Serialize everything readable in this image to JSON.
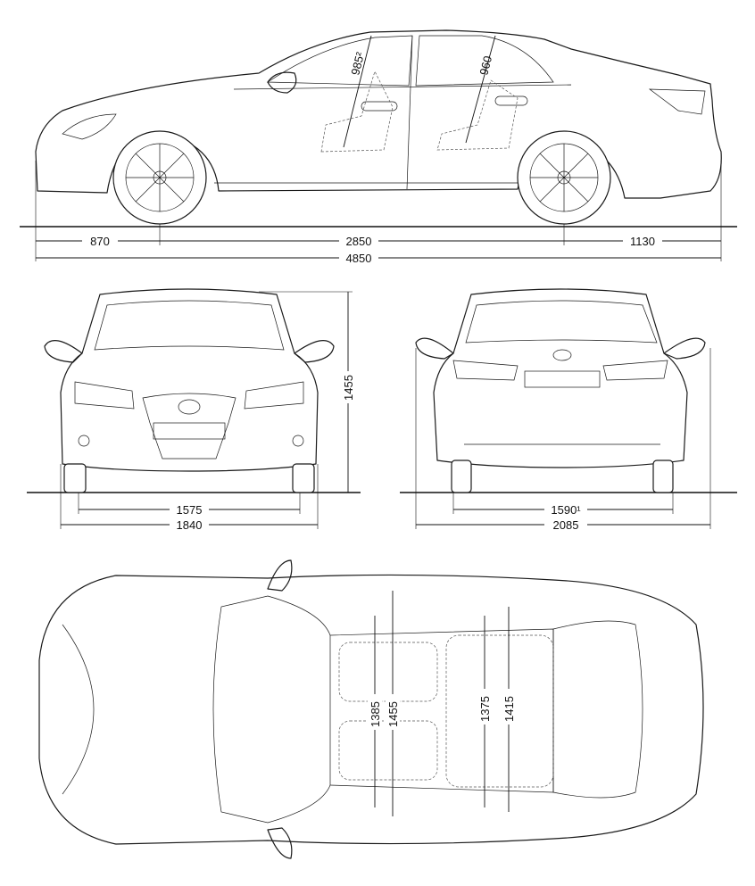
{
  "side_view": {
    "front_overhang": "870",
    "wheelbase": "2850",
    "rear_overhang": "1130",
    "overall_length": "4850",
    "front_headroom": "985²",
    "rear_headroom": "960"
  },
  "front_view": {
    "front_track": "1575",
    "overall_width": "1840",
    "overall_height": "1455"
  },
  "rear_view": {
    "rear_track": "1590¹",
    "width_incl_mirrors": "2085"
  },
  "top_view": {
    "front_shoulder_width": "1385",
    "front_cabin_width": "1455",
    "rear_shoulder_width": "1375",
    "rear_cabin_width": "1415"
  }
}
